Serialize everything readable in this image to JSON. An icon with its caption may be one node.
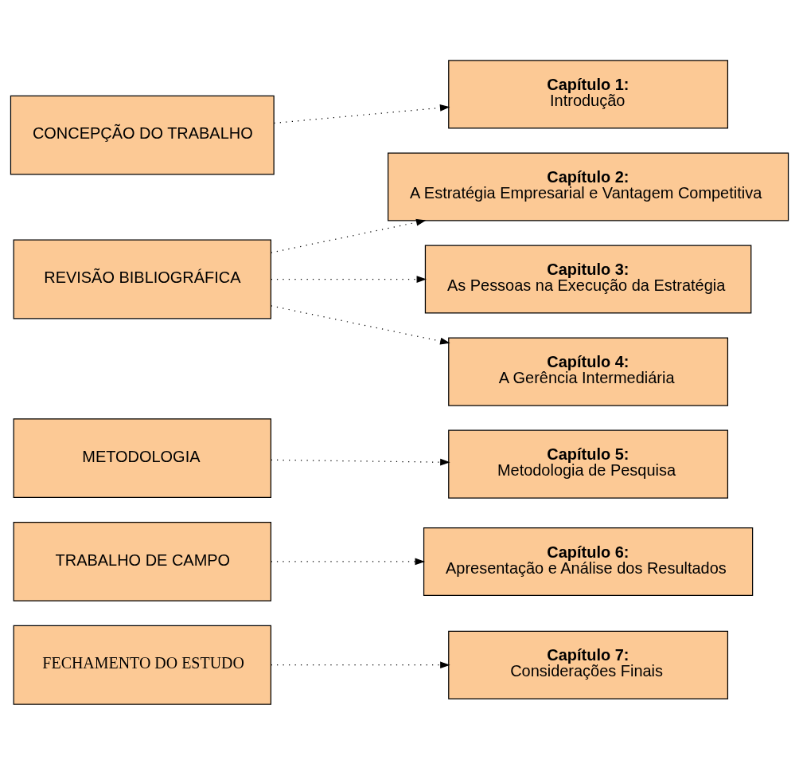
{
  "diagram": {
    "nodes": [
      {
        "text": [
          "CONCEPÇÃO DO TRABALHO"
        ]
      },
      {
        "text": [
          "Capítulo 1:",
          "Introdução"
        ]
      },
      {
        "text": [
          "Capítulo 2:",
          "A Estratégia Empresarial e Vantagem Competitiva"
        ]
      },
      {
        "text": [
          "REVISÃO BIBLIOGRÁFICA"
        ]
      },
      {
        "text": [
          "Capitulo 3:",
          "As Pessoas na Execução da Estratégia"
        ]
      },
      {
        "text": [
          "Capítulo 4:",
          "A Gerência Intermediária"
        ]
      },
      {
        "text": [
          "METODOLOGIA"
        ]
      },
      {
        "text": [
          "Capítulo 5:",
          "Metodologia de Pesquisa"
        ]
      },
      {
        "text": [
          "TRABALHO DE CAMPO"
        ]
      },
      {
        "text": [
          "Capítulo 6:",
          "Apresentação e Análise dos Resultados"
        ]
      },
      {
        "text": [
          "FECHAMENTO DO ESTUDO"
        ]
      },
      {
        "text": [
          "Capítulo 7:",
          "Considerações Finais"
        ]
      }
    ],
    "edges": [
      {
        "from": 0,
        "to": 1,
        "arrow": "to",
        "style": "dashed"
      },
      {
        "from": 3,
        "to": 2,
        "arrow": "to",
        "style": "dashed"
      },
      {
        "from": 3,
        "to": 4,
        "arrow": "to",
        "style": "dashed"
      },
      {
        "from": 3,
        "to": 5,
        "arrow": "to",
        "style": "dashed"
      },
      {
        "from": 6,
        "to": 7,
        "arrow": "to",
        "style": "dashed"
      },
      {
        "from": 8,
        "to": 9,
        "arrow": "to",
        "style": "dashed"
      },
      {
        "from": 10,
        "to": 11,
        "arrow": "to",
        "style": "dashed"
      }
    ]
  }
}
